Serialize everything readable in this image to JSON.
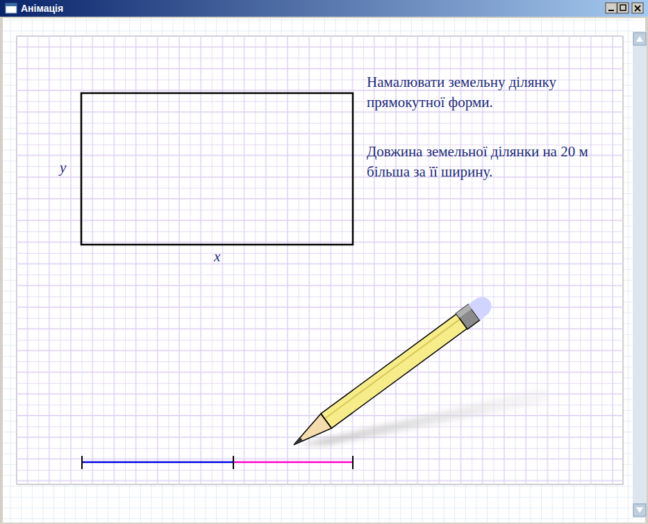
{
  "diagram": {
    "title": "Анімація",
    "labels": [
      "y",
      "x",
      "Намалювати земельну ділянку прямокутної форми.",
      "Довжина земельної ділянки на 20 м більша за її ширину."
    ]
  }
}
